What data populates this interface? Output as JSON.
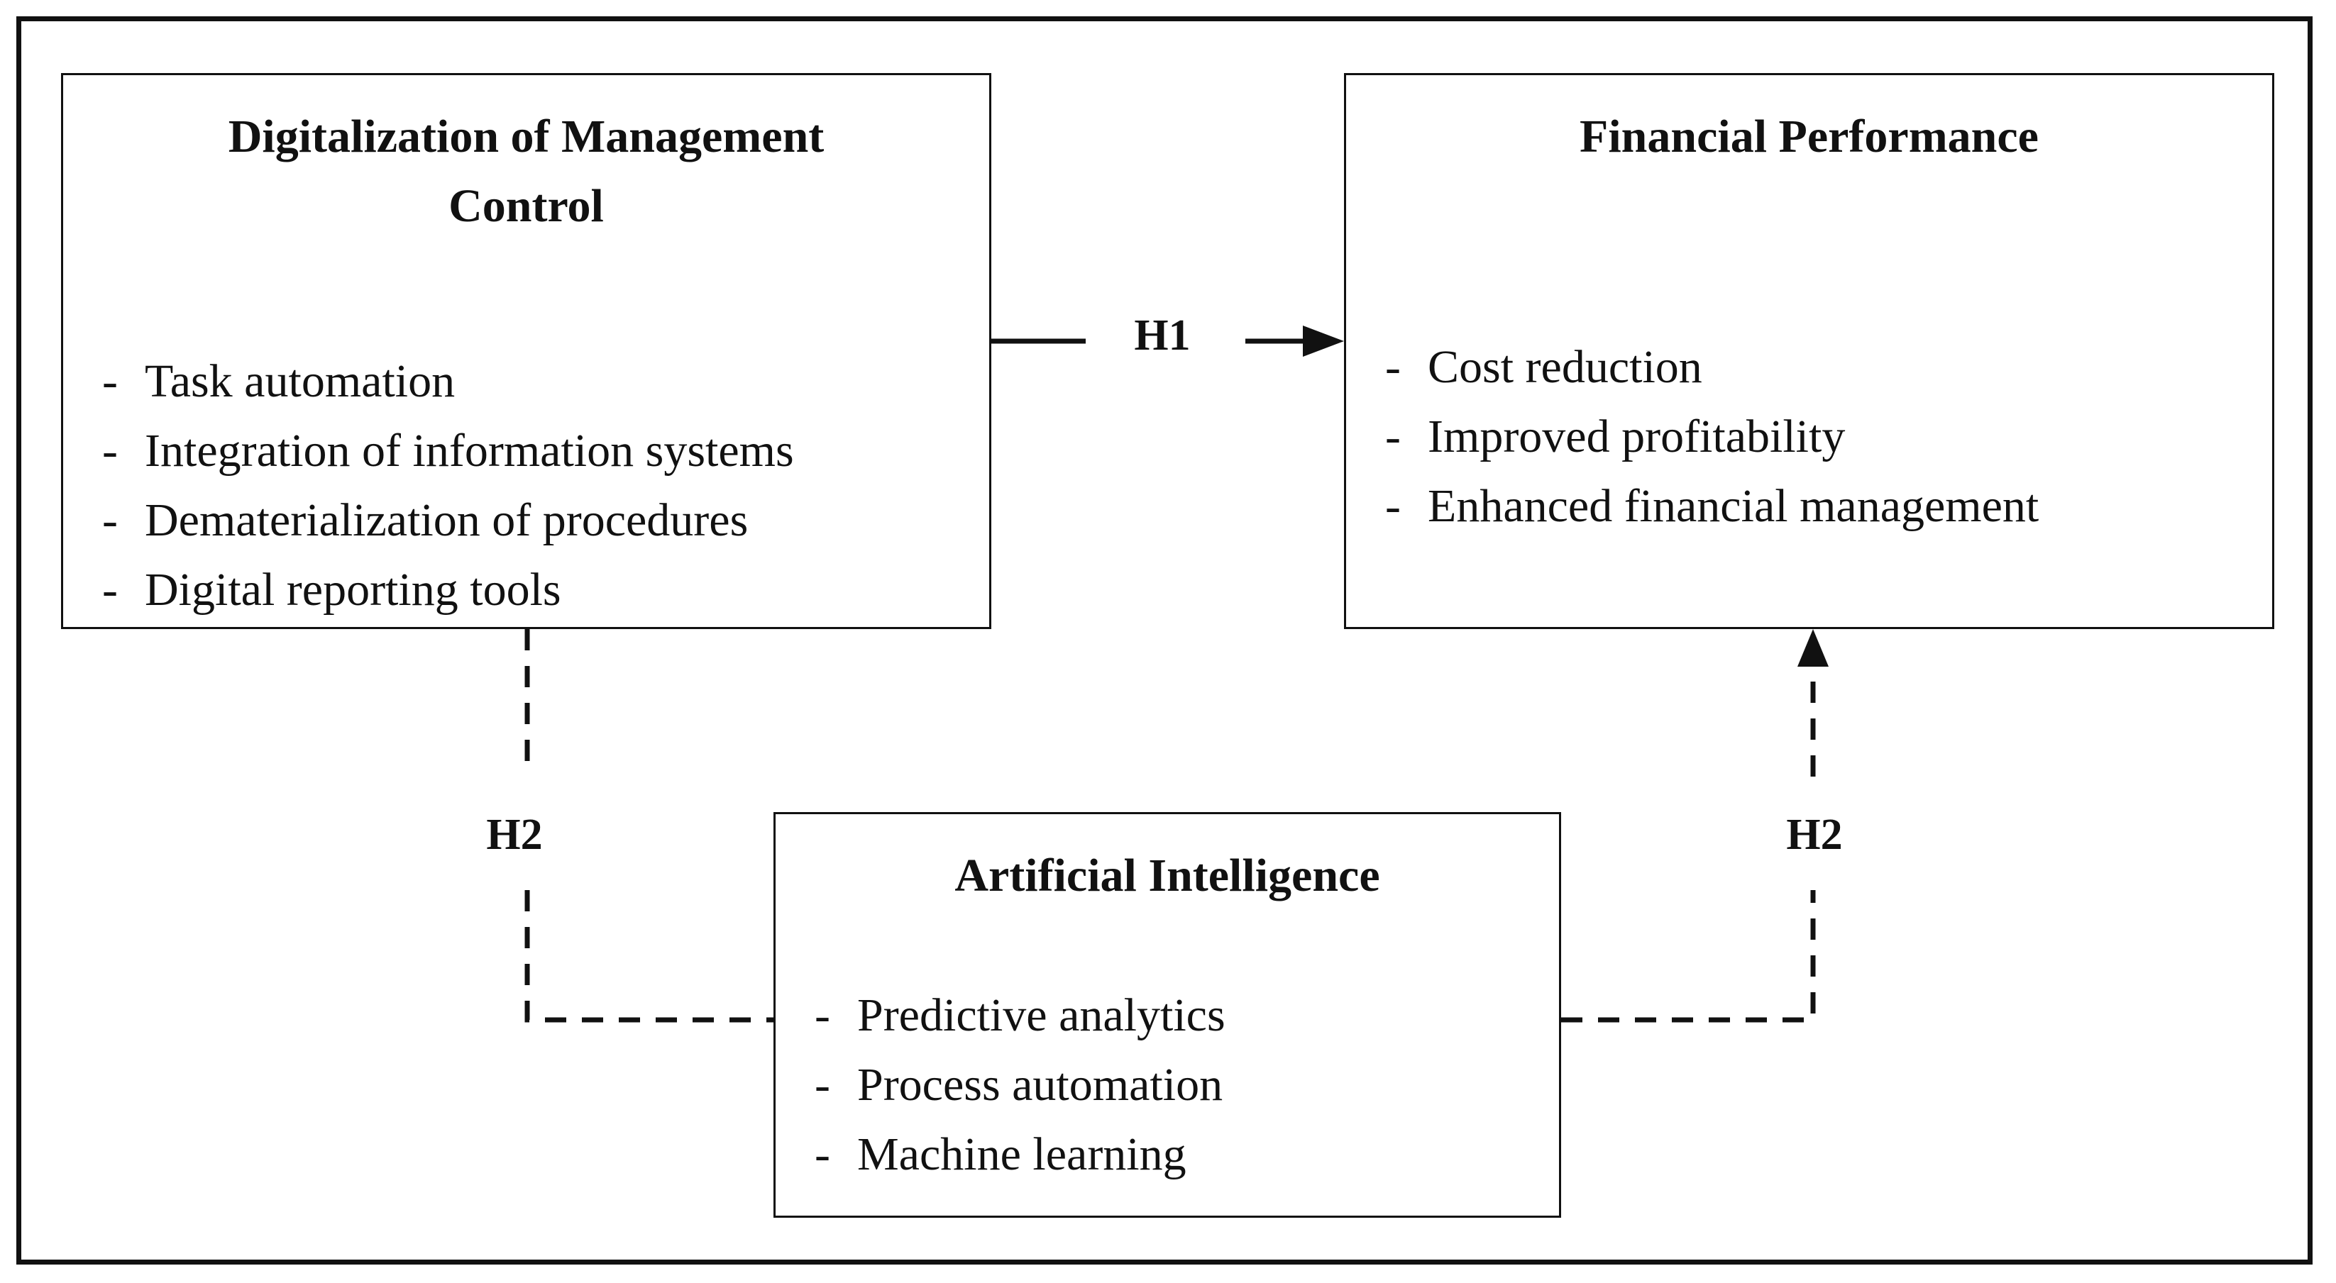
{
  "boxes": {
    "digitalization": {
      "title_line1": "Digitalization  of Management",
      "title_line2": "Control",
      "items": [
        "Task automation",
        "Integration of information systems",
        "Dematerialization of procedures",
        "Digital reporting tools"
      ]
    },
    "financial": {
      "title": "Financial Performance",
      "items": [
        "Cost reduction",
        "Improved  profitability",
        "Enhanced financial management"
      ]
    },
    "ai": {
      "title": "Artificial  Intelligence",
      "items": [
        "Predictive analytics",
        "Process automation",
        "Machine learning"
      ]
    }
  },
  "bullet": "-",
  "hypotheses": {
    "h1": "H1",
    "h2_left": "H2",
    "h2_right": "H2"
  },
  "colors": {
    "line": "#111111",
    "background": "#ffffff"
  }
}
